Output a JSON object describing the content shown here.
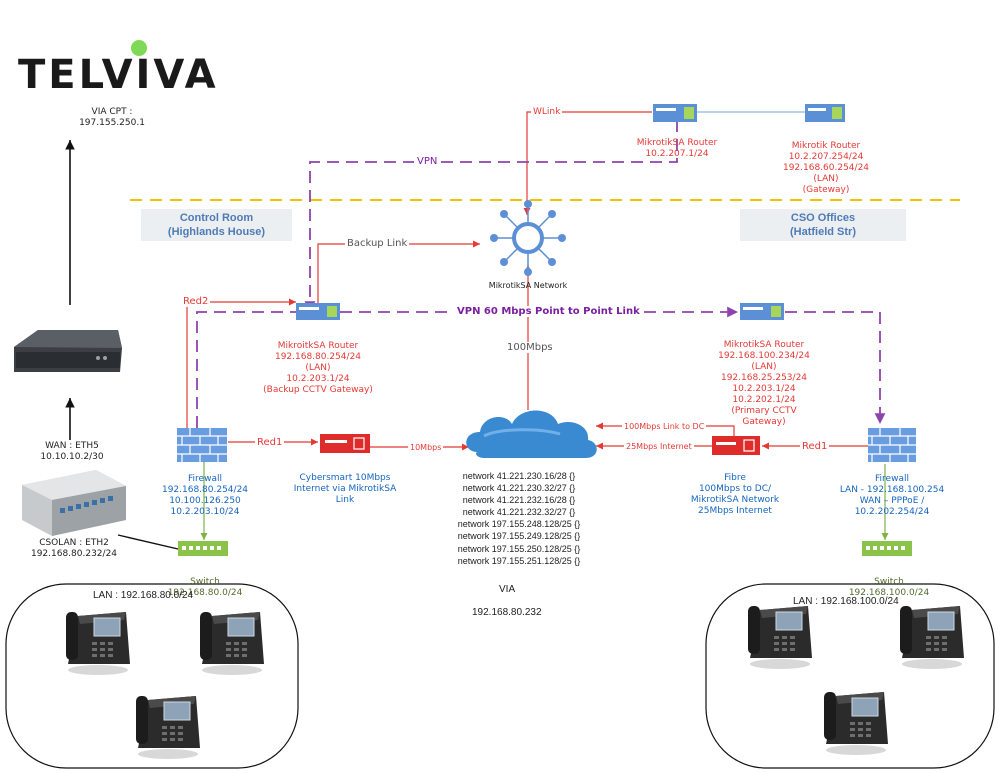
{
  "logo": {
    "text": "TELVIVA",
    "dot_color": "#7ed957"
  },
  "via_cpt": {
    "line1": "VIA CPT :",
    "line2": "197.155.250.1"
  },
  "wan_eth5": {
    "line1": "WAN : ETH5",
    "line2": "10.10.10.2/30"
  },
  "csolan": {
    "line1": "CSOLAN : ETH2",
    "line2": "192.168.80.232/24"
  },
  "wlink": "WLink",
  "vpn_top": "VPN",
  "vpn_mid": "VPN 60 Mbps Point to Point Link",
  "backup_link": "Backup Link",
  "red2": "Red2",
  "red1_left": "Red1",
  "red1_right": "Red1",
  "mbps_left": "10Mbps",
  "mbps_vertical": "100Mbps",
  "link_dc": "100Mbps Link to DC",
  "internet_25": "25Mbps Internet",
  "areas": {
    "control_room": {
      "line1": "Control Room",
      "line2": "(Highlands House)"
    },
    "cso_offices": {
      "line1": "CSO Offices",
      "line2": "(Hatfield Str)"
    }
  },
  "mikrotik_network": "MikrotikSA Network",
  "router_top_left": {
    "line1": "MikrotikSA Router",
    "line2": "10.2.207.1/24"
  },
  "router_top_right": {
    "lines": [
      "Mikrotik Router",
      "10.2.207.254/24",
      "192.168.60.254/24",
      "(LAN)",
      "(Gateway)"
    ]
  },
  "router_mid_left": {
    "lines": [
      "MikroitkSA Router",
      "192.168.80.254/24",
      "(LAN)",
      "10.2.203.1/24",
      "(Backup CCTV Gateway)"
    ]
  },
  "router_mid_right": {
    "lines": [
      "MikrotikSA Router",
      "192.168.100.234/24",
      "(LAN)",
      "192.168.25.253/24",
      "10.2.203.1/24",
      "10.2.202.1/24",
      "(Primary CCTV",
      "Gateway)"
    ]
  },
  "firewall_left": {
    "lines": [
      "Firewall",
      "192.168.80.254/24",
      "10.100.126.250",
      "10.2.203.10/24"
    ]
  },
  "firewall_right": {
    "lines": [
      "Firewall",
      "LAN - 192.168.100.254",
      "WAN – PPPoE /",
      "10.2.202.254/24"
    ]
  },
  "cybersmart": {
    "lines": [
      "Cybersmart 10Mbps",
      "Internet via MikrotikSA",
      "Link"
    ]
  },
  "fibre": {
    "lines": [
      "Fibre",
      "100Mbps to DC/",
      "MikrotikSA Network",
      "25Mbps Internet"
    ]
  },
  "networks": [
    "network 41.221.230.16/28 {}",
    "network 41.221.230.32/27 {}",
    "network 41.221.232.16/28 {}",
    "network 41.221.232.32/27 {}",
    "network 197.155.248.128/25 {}",
    "network 197.155.249.128/25 {}",
    "network 197.155.250.128/25 {}",
    "network 197.155.251.128/25 {}"
  ],
  "via": "VIA",
  "via_ip": "192.168.80.232",
  "switch_left": {
    "line1": "Switch",
    "line2": "192.168.80.0/24"
  },
  "switch_right": {
    "line1": "Switch",
    "line2": "192.168.100.0/24"
  },
  "lan_left": "LAN : 192.168.80.0/24",
  "lan_right": "LAN : 192.168.100.0/24",
  "colors": {
    "red": "#e53935",
    "purple": "#8e44ad",
    "green": "#7cb342",
    "orange_dash": "#f5c000",
    "blue_router": "#5b8fd6",
    "blue_cloud": "#3a8ad2"
  }
}
